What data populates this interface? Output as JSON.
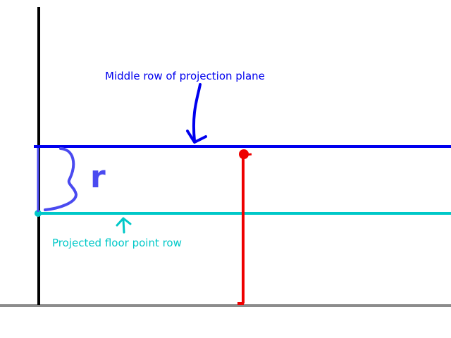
{
  "labels": {
    "middle_row": "Middle row of projection plane",
    "floor_row": "Projected floor point row",
    "r": "r"
  },
  "colors": {
    "background": "#ffffff",
    "wall": "#000000",
    "floor": "#8c8c8c",
    "middle_row": "#0000ee",
    "floor_row": "#00c8c8",
    "bracket": "#4a4af0",
    "marker": "#ee0000"
  }
}
